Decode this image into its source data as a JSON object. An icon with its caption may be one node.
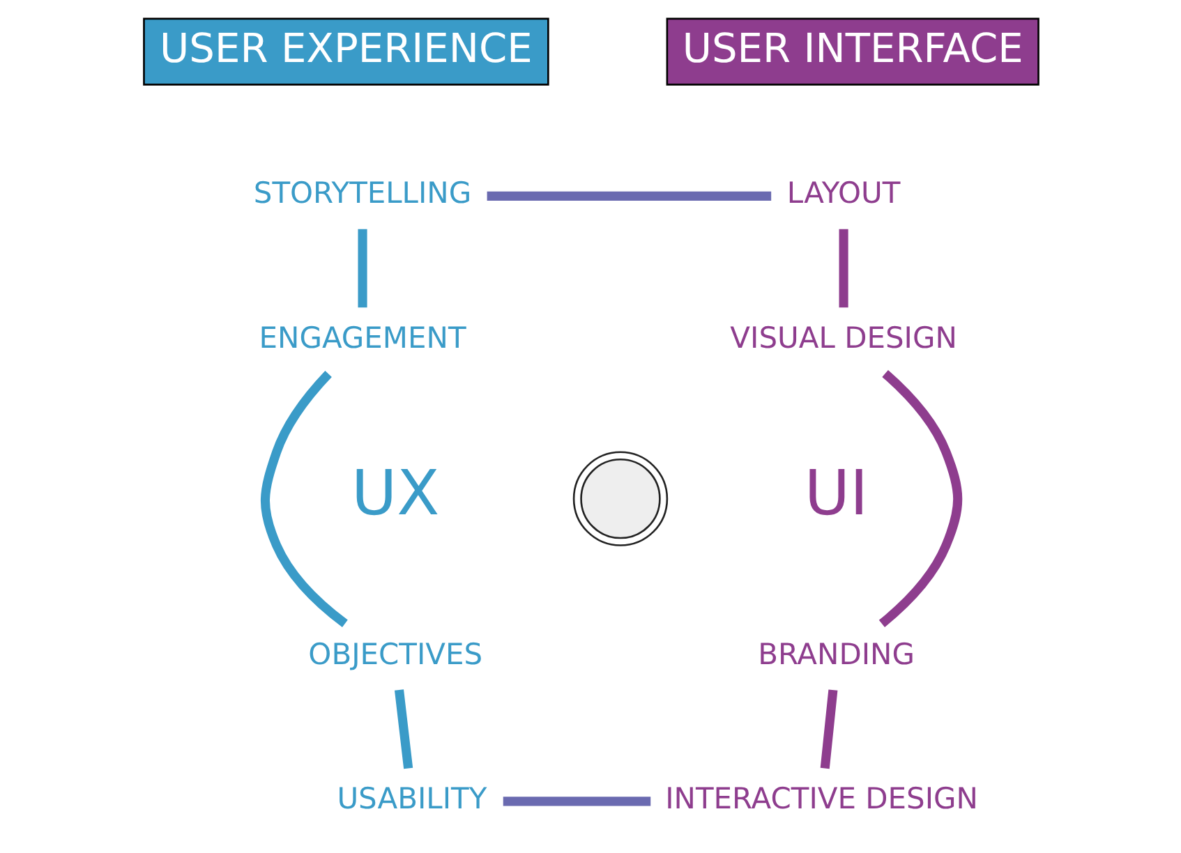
{
  "diagram": {
    "nodes": [
      {
        "text": [
          "USER EXPERIENCE"
        ]
      },
      {
        "text": [
          "USER INTERFACE"
        ]
      },
      {
        "text": [
          "STORYTELLING"
        ]
      },
      {
        "text": [
          "LAYOUT"
        ]
      },
      {
        "text": [
          "ENGAGEMENT"
        ]
      },
      {
        "text": [
          "VISUAL DESIGN"
        ]
      },
      {
        "text": [
          "OBJECTIVES"
        ]
      },
      {
        "text": [
          "BRANDING"
        ]
      },
      {
        "text": [
          "USABILITY"
        ]
      },
      {
        "text": [
          "INTERACTIVE DESIGN"
        ]
      },
      {
        "text": [],
        "shape": "circle"
      }
    ],
    "edges": [
      {
        "from": 2,
        "to": 3,
        "arrow": "none",
        "color": "#6a6ab0"
      },
      {
        "from": 3,
        "to": 5,
        "arrow": "none",
        "color": "#8e3d8e"
      },
      {
        "from": 5,
        "to": 7,
        "arrow": "none",
        "color": "#8e3d8e"
      },
      {
        "from": 7,
        "to": 9,
        "arrow": "none",
        "color": "#8e3d8e"
      },
      {
        "from": 2,
        "to": 4,
        "arrow": "none",
        "color": "#3a9bc8"
      },
      {
        "from": 4,
        "to": 6,
        "arrow": "none",
        "color": "#3a9bc8"
      },
      {
        "from": 6,
        "to": 8,
        "arrow": "none",
        "color": "#3a9bc8"
      },
      {
        "from": 8,
        "to": 9,
        "arrow": "none",
        "color": "#6a6ab0"
      }
    ],
    "labels": [
      "UX",
      "UI"
    ]
  }
}
